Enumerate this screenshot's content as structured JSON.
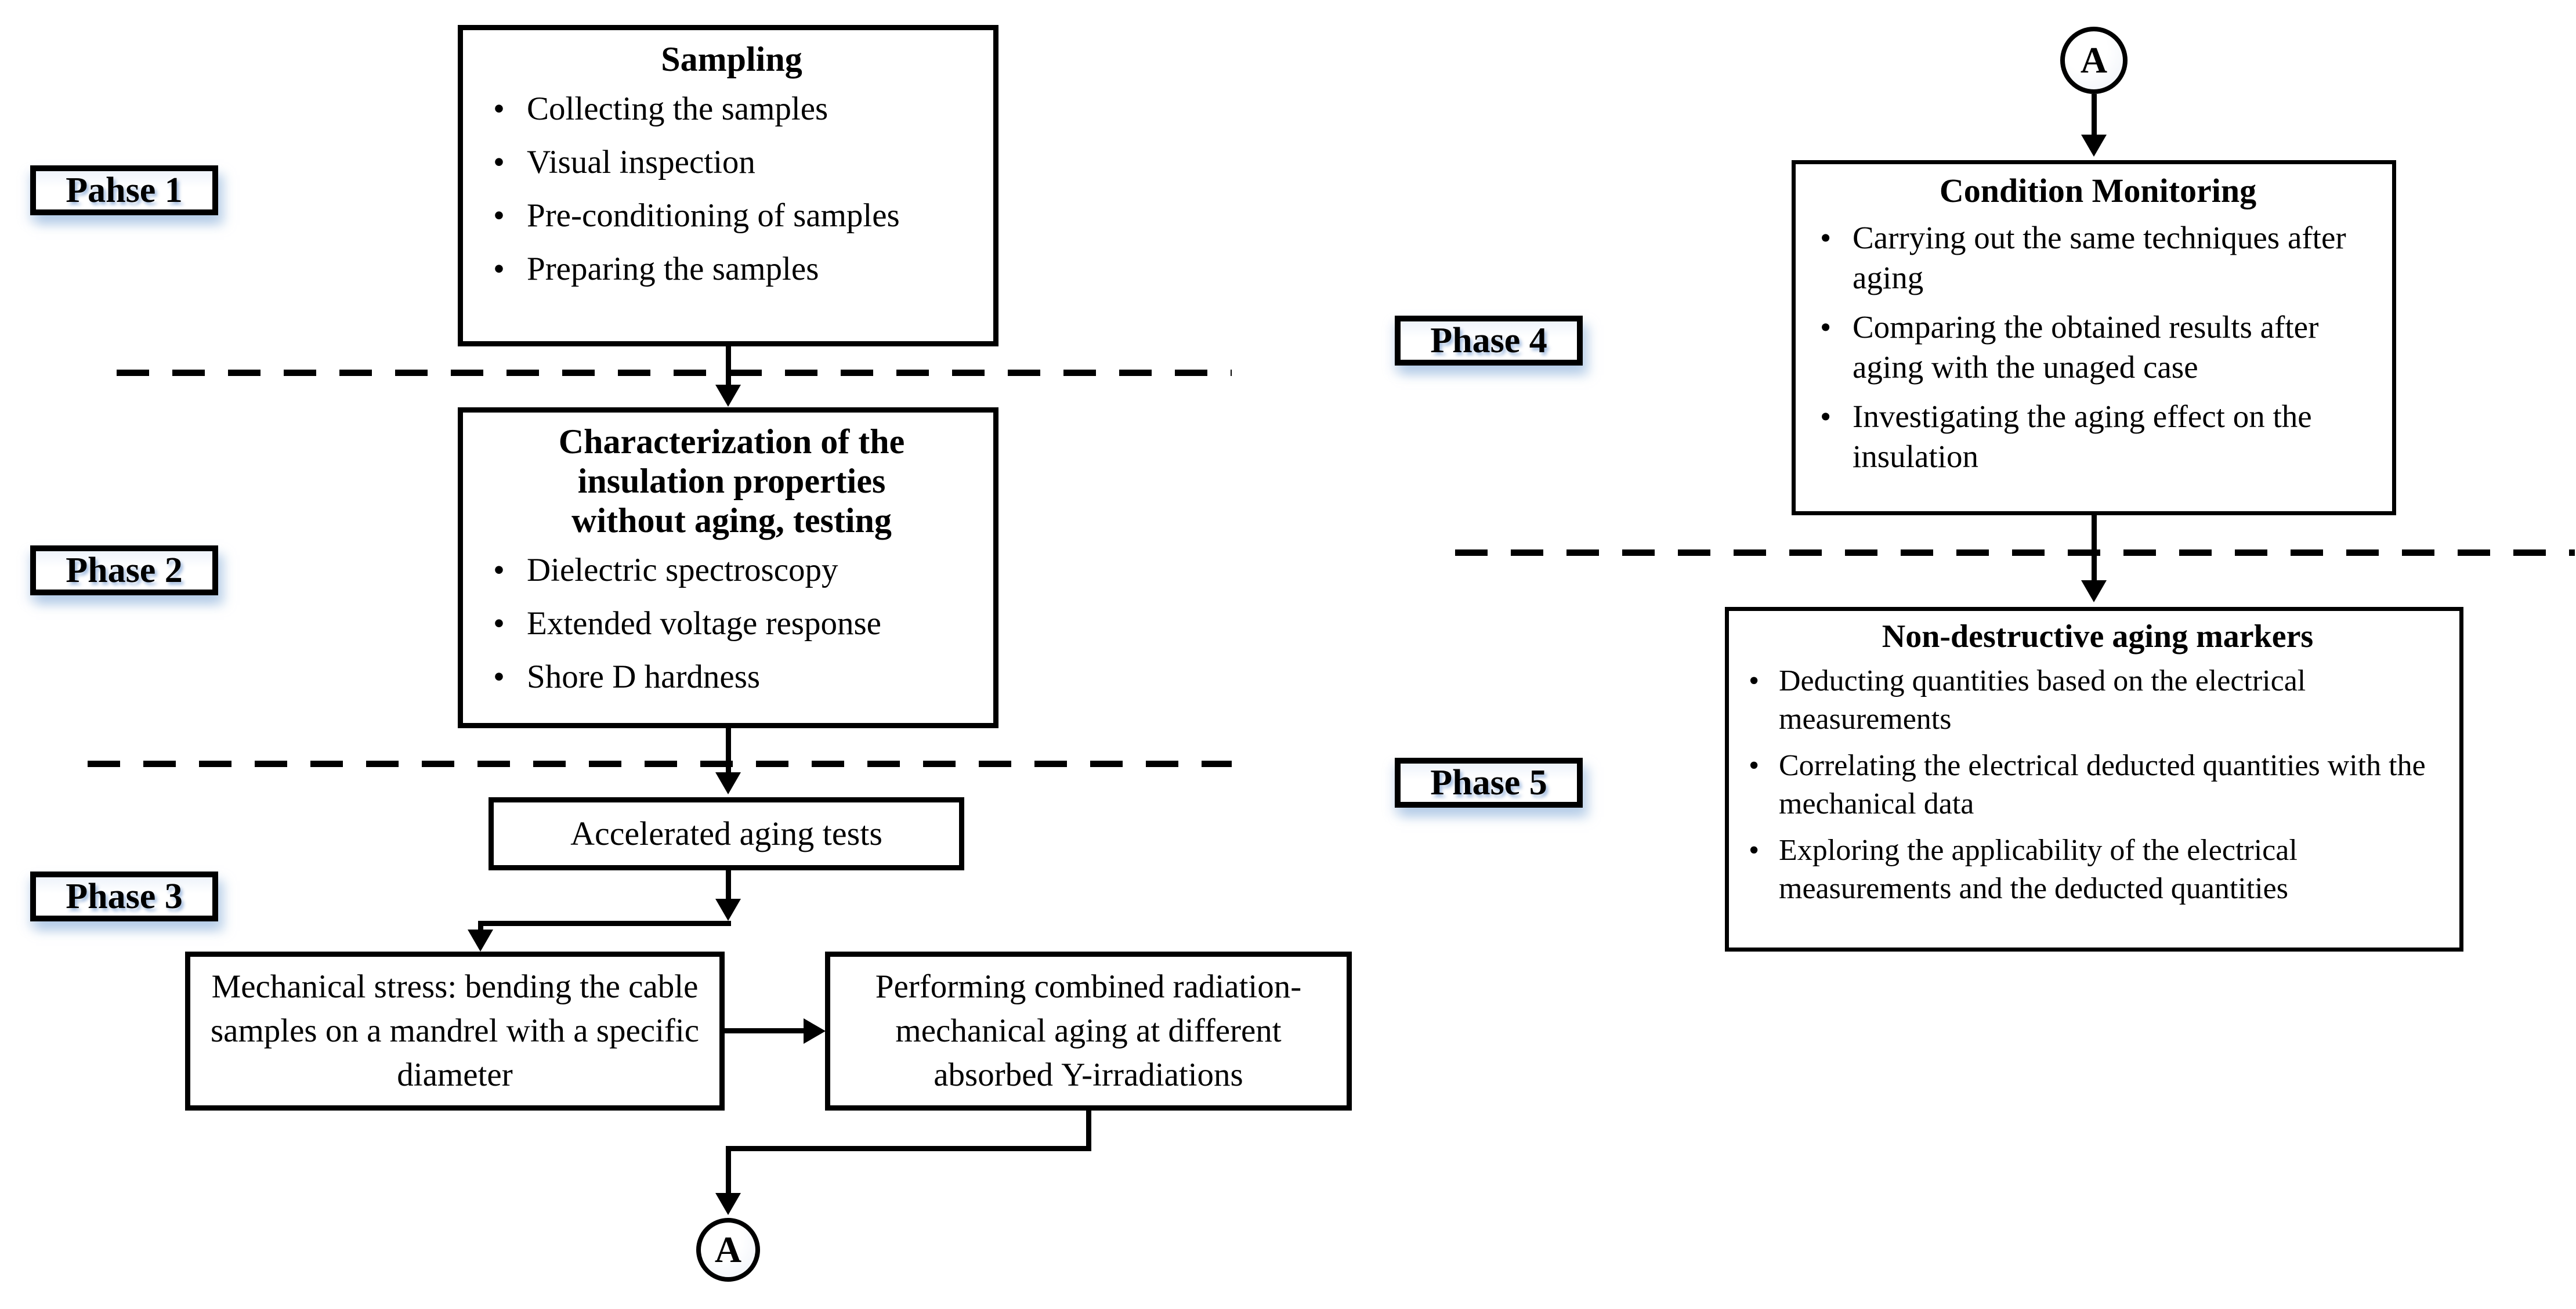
{
  "diagram": {
    "connector_label": "A",
    "phase_labels": [
      {
        "text": "Pahse 1"
      },
      {
        "text": "Phase 2"
      },
      {
        "text": "Phase 3"
      },
      {
        "text": "Phase 4"
      },
      {
        "text": "Phase 5"
      }
    ],
    "boxes": {
      "sampling": {
        "title": "Sampling",
        "bullets": [
          "Collecting the samples",
          "Visual inspection",
          "Pre-conditioning of samples",
          "Preparing the samples"
        ]
      },
      "characterization": {
        "title": "Characterization of the insulation properties without aging, testing",
        "bullets": [
          "Dielectric spectroscopy",
          "Extended voltage response",
          "Shore D hardness"
        ]
      },
      "accelerated": {
        "text": "Accelerated aging tests"
      },
      "mechanical": {
        "text": "Mechanical stress: bending the cable samples on a mandrel with a specific diameter"
      },
      "radiation": {
        "text": "Performing combined radiation-mechanical aging at different absorbed Υ-irradiations"
      },
      "condition": {
        "title": "Condition Monitoring",
        "bullets": [
          "Carrying out the same techniques after aging",
          "Comparing the obtained results after aging with the unaged case",
          "Investigating the aging effect on the insulation"
        ]
      },
      "markers": {
        "title": "Non-destructive aging markers",
        "bullets": [
          "Deducting quantities based on the electrical measurements",
          "Correlating the electrical deducted quantities with the mechanical data",
          "Exploring the applicability of the electrical measurements and the deducted quantities"
        ]
      }
    },
    "colors": {
      "ink": "#000000",
      "background": "#ffffff",
      "label_glow": "#c5d7ee"
    }
  }
}
